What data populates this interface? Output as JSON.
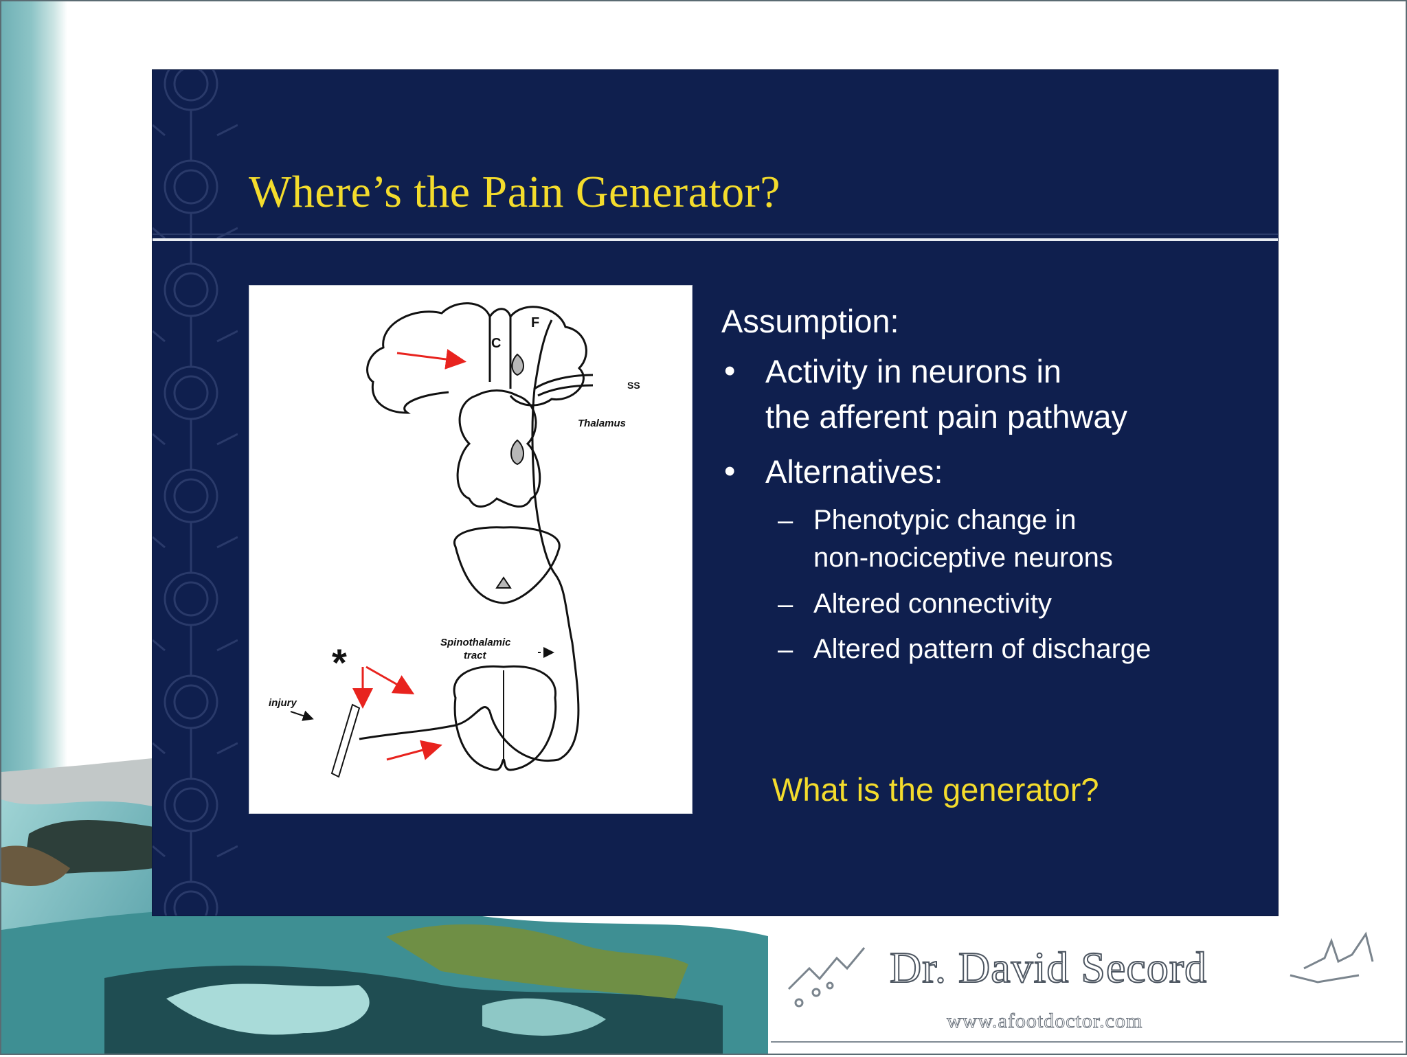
{
  "slide": {
    "title": "Where’s the Pain Generator?",
    "assumption_heading": "Assumption:",
    "bullets": [
      {
        "lines": [
          "Activity in neurons in",
          "the afferent pain pathway"
        ]
      },
      {
        "lines": [
          "Alternatives:"
        ]
      }
    ],
    "sub_bullets": [
      {
        "lines": [
          "Phenotypic change in",
          "non-nociceptive neurons"
        ]
      },
      {
        "lines": [
          "Altered connectivity"
        ]
      },
      {
        "lines": [
          "Altered pattern of discharge"
        ]
      }
    ],
    "question": "What is the generator?",
    "bullet_symbol": "•",
    "dash_symbol": "–"
  },
  "diagram": {
    "labels": {
      "c": "C",
      "f": "F",
      "ss": "SS",
      "thalamus": "Thalamus",
      "spinothalamic_line1": "Spinothalamic",
      "spinothalamic_line2": "tract",
      "injury": "injury",
      "asterisk": "*"
    }
  },
  "logo": {
    "name": "Dr. David Secord",
    "url": "www.afootdoctor.com"
  },
  "colors": {
    "slide_bg": "#0f1f4e",
    "title": "#f4dc2c",
    "body_text": "#ffffff",
    "arrow_red": "#e8231e"
  }
}
